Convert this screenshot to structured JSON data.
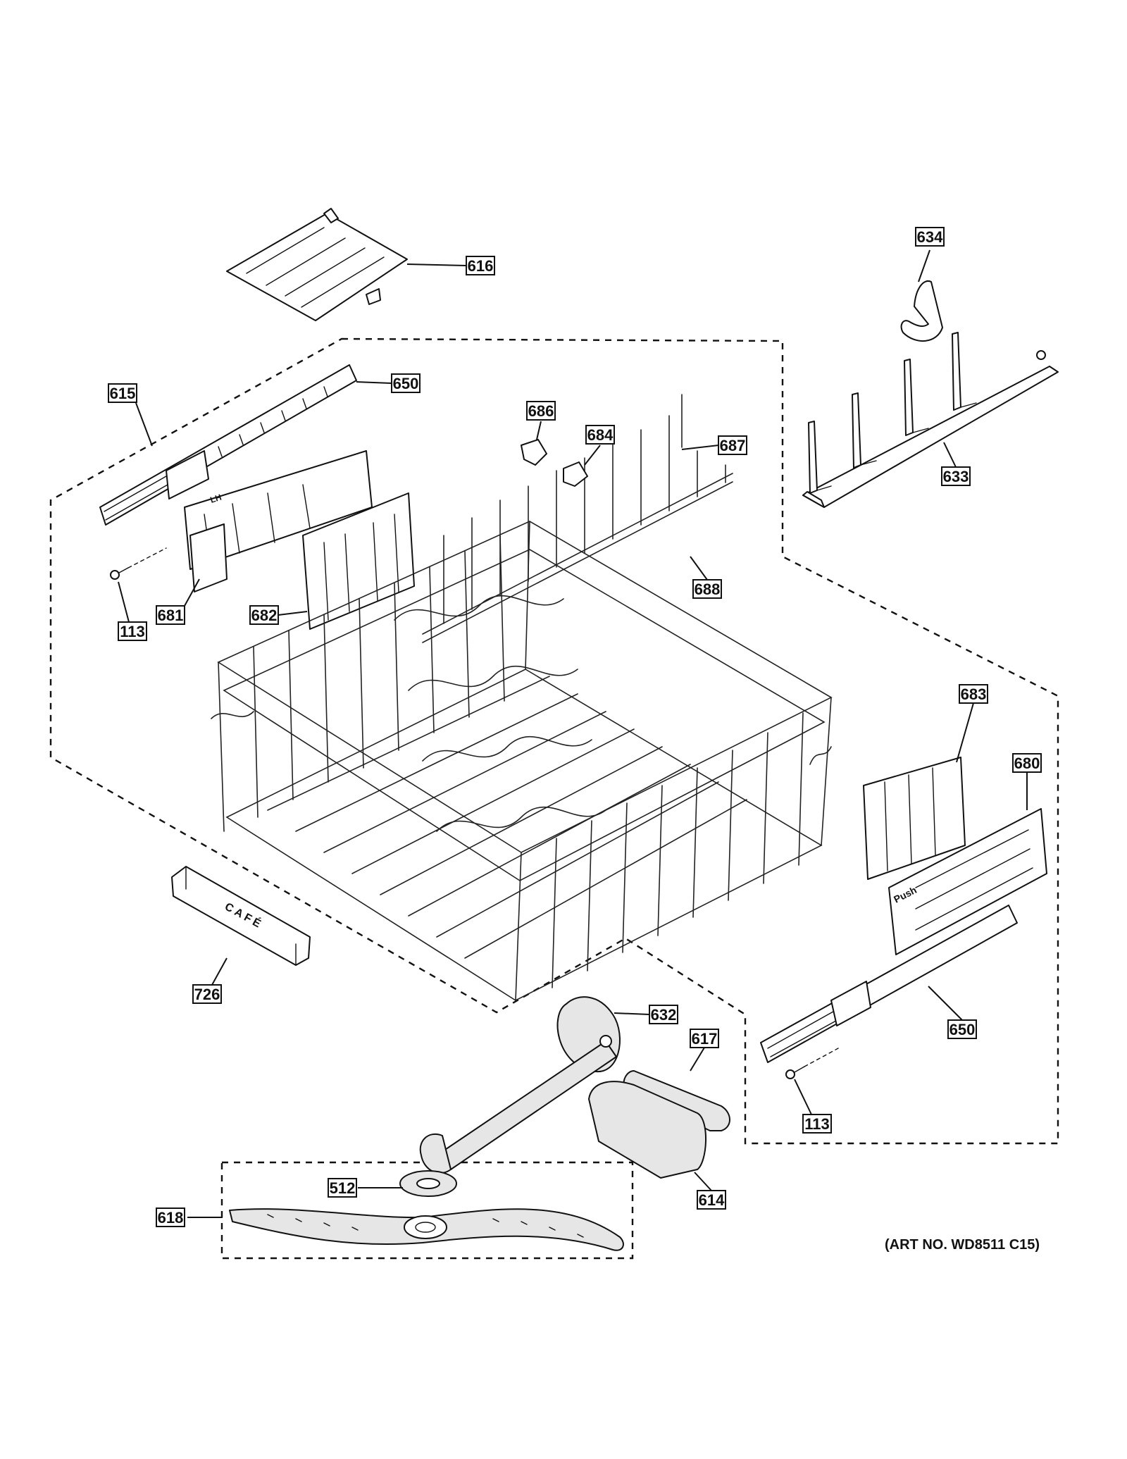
{
  "art_number": "(ART NO. WD8511 C15)",
  "brand_mark": "CAFÉ",
  "rail_mark_lh": "LH",
  "push_tab": "Push",
  "callouts": [
    {
      "id": "616",
      "label": "616"
    },
    {
      "id": "634",
      "label": "634"
    },
    {
      "id": "615",
      "label": "615"
    },
    {
      "id": "650a",
      "label": "650"
    },
    {
      "id": "686",
      "label": "686"
    },
    {
      "id": "684",
      "label": "684"
    },
    {
      "id": "687",
      "label": "687"
    },
    {
      "id": "633",
      "label": "633"
    },
    {
      "id": "688",
      "label": "688"
    },
    {
      "id": "682",
      "label": "682"
    },
    {
      "id": "681",
      "label": "681"
    },
    {
      "id": "113a",
      "label": "113"
    },
    {
      "id": "683",
      "label": "683"
    },
    {
      "id": "680",
      "label": "680"
    },
    {
      "id": "726",
      "label": "726"
    },
    {
      "id": "632",
      "label": "632"
    },
    {
      "id": "617",
      "label": "617"
    },
    {
      "id": "650b",
      "label": "650"
    },
    {
      "id": "113b",
      "label": "113"
    },
    {
      "id": "512",
      "label": "512"
    },
    {
      "id": "614",
      "label": "614"
    },
    {
      "id": "618",
      "label": "618"
    }
  ]
}
